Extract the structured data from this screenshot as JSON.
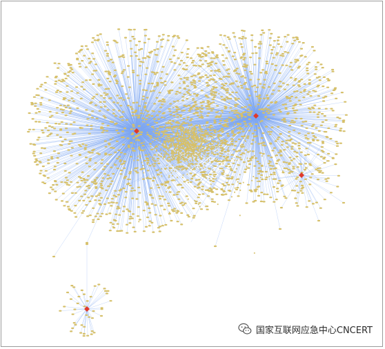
{
  "watermark": {
    "text": "国家互联网应急中心CNCERT",
    "icon": "wechat-icon"
  },
  "colors": {
    "edge": "#7ea8f0",
    "leaf_node": "#d6c06a",
    "leaf_stroke": "#b09a40",
    "hub_node": "#e03a2a",
    "frame_border": "#9a9a9a",
    "background": "#ffffff"
  },
  "network": {
    "hubs": [
      {
        "id": "hub-1",
        "degree": 1400
      },
      {
        "id": "hub-2",
        "degree": 1000
      },
      {
        "id": "hub-3",
        "degree": 40
      },
      {
        "id": "hub-4",
        "degree": 40
      }
    ]
  }
}
